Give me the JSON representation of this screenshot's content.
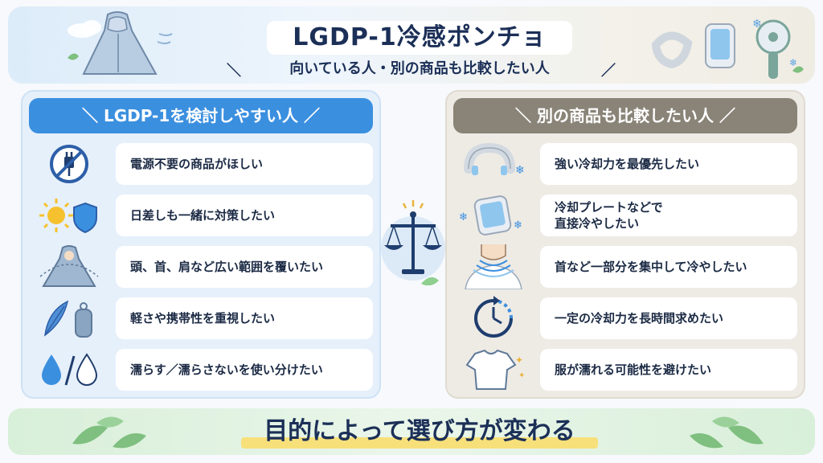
{
  "header": {
    "title": "LGDP-1冷感ポンチョ",
    "subtitle": "向いている人・別の商品も比較したい人"
  },
  "left_panel": {
    "heading": "LGDP-1を検討しやすい人",
    "items": [
      {
        "text": "電源不要の商品がほしい",
        "icon": "no-plug-icon"
      },
      {
        "text": "日差しも一緒に対策したい",
        "icon": "sun-shield-icon"
      },
      {
        "text": "頭、首、肩など広い範囲を覆いたい",
        "icon": "poncho-person-icon"
      },
      {
        "text": "軽さや携帯性を重視したい",
        "icon": "feather-pouch-icon"
      },
      {
        "text": "濡らす／濡らさないを使い分けたい",
        "icon": "water-drops-icon"
      }
    ]
  },
  "right_panel": {
    "heading": "別の商品も比較したい人",
    "items": [
      {
        "text": "強い冷却力を最優先したい",
        "icon": "neck-cooler-icon"
      },
      {
        "text": "冷却プレートなどで\n直接冷やしたい",
        "icon": "cooling-plate-icon"
      },
      {
        "text": "首など一部分を集中して冷やしたい",
        "icon": "neck-cooling-icon"
      },
      {
        "text": "一定の冷却力を長時間求めたい",
        "icon": "timer-icon"
      },
      {
        "text": "服が濡れる可能性を避けたい",
        "icon": "tshirt-icon"
      }
    ]
  },
  "footer": {
    "text": "目的によって選び方が変わる"
  },
  "colors": {
    "navy": "#1b2f57",
    "left_accent": "#3b8fdf",
    "right_accent": "#8a8478",
    "highlight": "#f7e07a"
  }
}
